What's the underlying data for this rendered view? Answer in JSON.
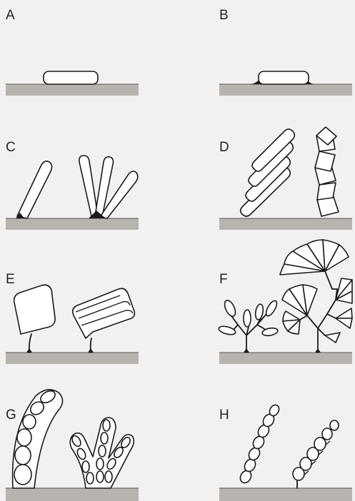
{
  "panels": [
    {
      "id": "A",
      "label": "A"
    },
    {
      "id": "B",
      "label": "B"
    },
    {
      "id": "C",
      "label": "C"
    },
    {
      "id": "D",
      "label": "D"
    },
    {
      "id": "E",
      "label": "E"
    },
    {
      "id": "F",
      "label": "F"
    },
    {
      "id": "G",
      "label": "G"
    },
    {
      "id": "H",
      "label": "H"
    }
  ],
  "colors": {
    "background": "#f1f1ef",
    "substrate": "#b7b4b0",
    "outline": "#1a1a1a",
    "cell_fill": "#ffffff"
  }
}
